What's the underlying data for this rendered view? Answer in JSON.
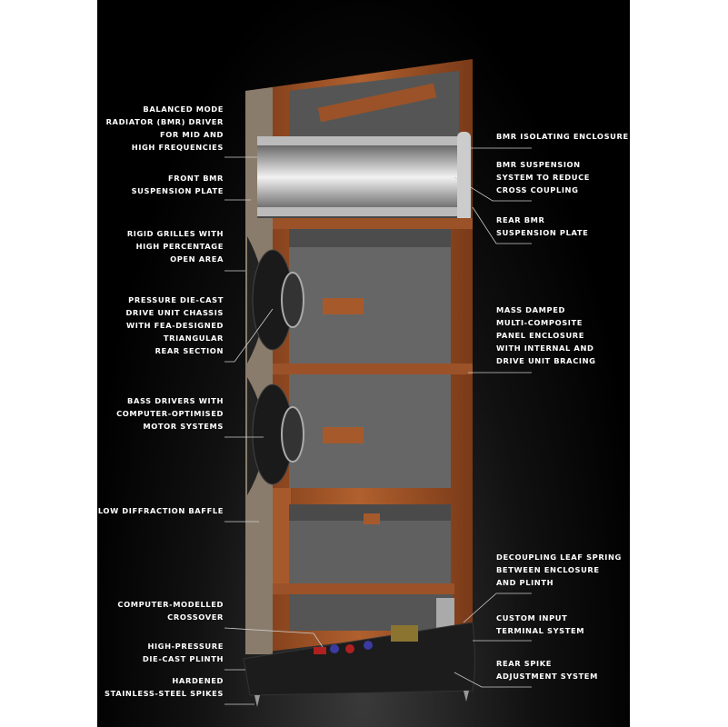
{
  "left_labels": [
    {
      "id": "bmr-driver",
      "lines": [
        "BALANCED MODE",
        "RADIATOR (BMR) DRIVER",
        "FOR MID AND",
        "HIGH FREQUENCIES"
      ]
    },
    {
      "id": "front-bmr-plate",
      "lines": [
        "FRONT BMR",
        "SUSPENSION PLATE"
      ]
    },
    {
      "id": "rigid-grilles",
      "lines": [
        "RIGID GRILLES WITH",
        "HIGH PERCENTAGE",
        "OPEN AREA"
      ]
    },
    {
      "id": "die-cast-chassis",
      "lines": [
        "PRESSURE DIE-CAST",
        "DRIVE UNIT CHASSIS",
        "WITH FEA-DESIGNED",
        "TRIANGULAR",
        "REAR SECTION"
      ]
    },
    {
      "id": "bass-drivers",
      "lines": [
        "BASS DRIVERS WITH",
        "COMPUTER-OPTIMISED",
        "MOTOR SYSTEMS"
      ]
    },
    {
      "id": "baffle",
      "lines": [
        "LOW DIFFRACTION BAFFLE"
      ]
    },
    {
      "id": "crossover",
      "lines": [
        "COMPUTER-MODELLED",
        "CROSSOVER"
      ]
    },
    {
      "id": "plinth",
      "lines": [
        "HIGH-PRESSURE",
        "DIE-CAST PLINTH"
      ]
    },
    {
      "id": "spikes",
      "lines": [
        "HARDENED",
        "STAINLESS-STEEL SPIKES"
      ]
    }
  ],
  "right_labels": [
    {
      "id": "bmr-enclosure",
      "lines": [
        "BMR ISOLATING ENCLOSURE"
      ]
    },
    {
      "id": "bmr-suspension",
      "lines": [
        "BMR SUSPENSION",
        "SYSTEM TO REDUCE",
        "CROSS COUPLING"
      ]
    },
    {
      "id": "rear-bmr-plate",
      "lines": [
        "REAR BMR",
        "SUSPENSION PLATE"
      ]
    },
    {
      "id": "panel-enclosure",
      "lines": [
        "MASS DAMPED",
        "MULTI-COMPOSITE",
        "PANEL ENCLOSURE",
        "WITH INTERNAL AND",
        "DRIVE UNIT BRACING"
      ]
    },
    {
      "id": "leaf-spring",
      "lines": [
        "DECOUPLING LEAF SPRING",
        "BETWEEN ENCLOSURE",
        "AND PLINTH"
      ]
    },
    {
      "id": "input-terminal",
      "lines": [
        "CUSTOM INPUT",
        "TERMINAL SYSTEM"
      ]
    },
    {
      "id": "rear-spike",
      "lines": [
        "REAR SPIKE",
        "ADJUSTMENT SYSTEM"
      ]
    }
  ],
  "colors": {
    "wood": "#a0552a",
    "panel": "#5c5c5c",
    "background": "#000000"
  }
}
